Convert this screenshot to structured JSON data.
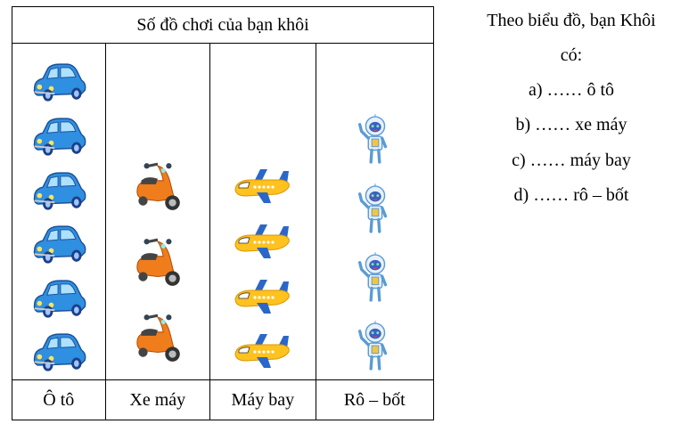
{
  "table": {
    "title": "Số đồ chơi của bạn khôi",
    "columns": [
      {
        "label": "Ô tô",
        "icon": "car-icon",
        "count": 6
      },
      {
        "label": "Xe máy",
        "icon": "scooter-icon",
        "count": 3
      },
      {
        "label": "Máy bay",
        "icon": "airplane-icon",
        "count": 4
      },
      {
        "label": "Rô – bốt",
        "icon": "robot-icon",
        "count": 4
      }
    ]
  },
  "questions": {
    "intro_line1": "Theo biểu đồ, bạn Khôi",
    "intro_line2": "có:",
    "items": [
      {
        "text": "a) …… ô tô"
      },
      {
        "text": "b) …… xe máy"
      },
      {
        "text": "c) …… máy bay"
      },
      {
        "text": "d) …… rô – bốt"
      }
    ]
  },
  "chart_data": {
    "type": "table",
    "title": "Số đồ chơi của bạn khôi",
    "categories": [
      "Ô tô",
      "Xe máy",
      "Máy bay",
      "Rô – bốt"
    ],
    "values": [
      6,
      3,
      4,
      4
    ],
    "xlabel": "",
    "ylabel": ""
  }
}
